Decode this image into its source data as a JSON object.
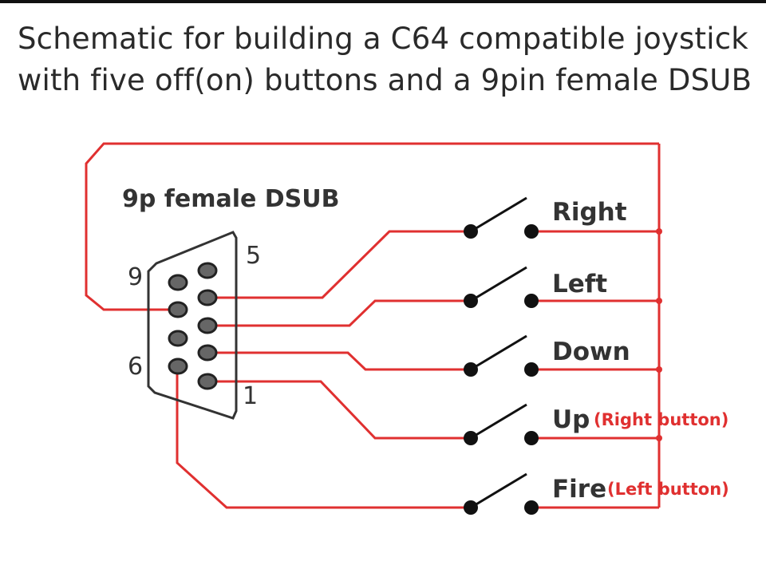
{
  "title": {
    "line1": "Schematic for building a C64 compatible joystick",
    "line2": "with five off(on) buttons and a 9pin female DSUB"
  },
  "connector": {
    "label": "9p female DSUB",
    "pin_labels": {
      "pin5": "5",
      "pin9": "9",
      "pin6": "6",
      "pin1": "1"
    }
  },
  "switches": [
    {
      "label": "Right",
      "note": ""
    },
    {
      "label": "Left",
      "note": ""
    },
    {
      "label": "Down",
      "note": ""
    },
    {
      "label": "Up",
      "note": "(Right button)"
    },
    {
      "label": "Fire",
      "note": "(Left button)"
    }
  ],
  "colors": {
    "wire": "#e03030",
    "connector_outline": "#333333",
    "pin_fill": "#666666",
    "label_text": "#333333",
    "note_text": "#e03030"
  }
}
